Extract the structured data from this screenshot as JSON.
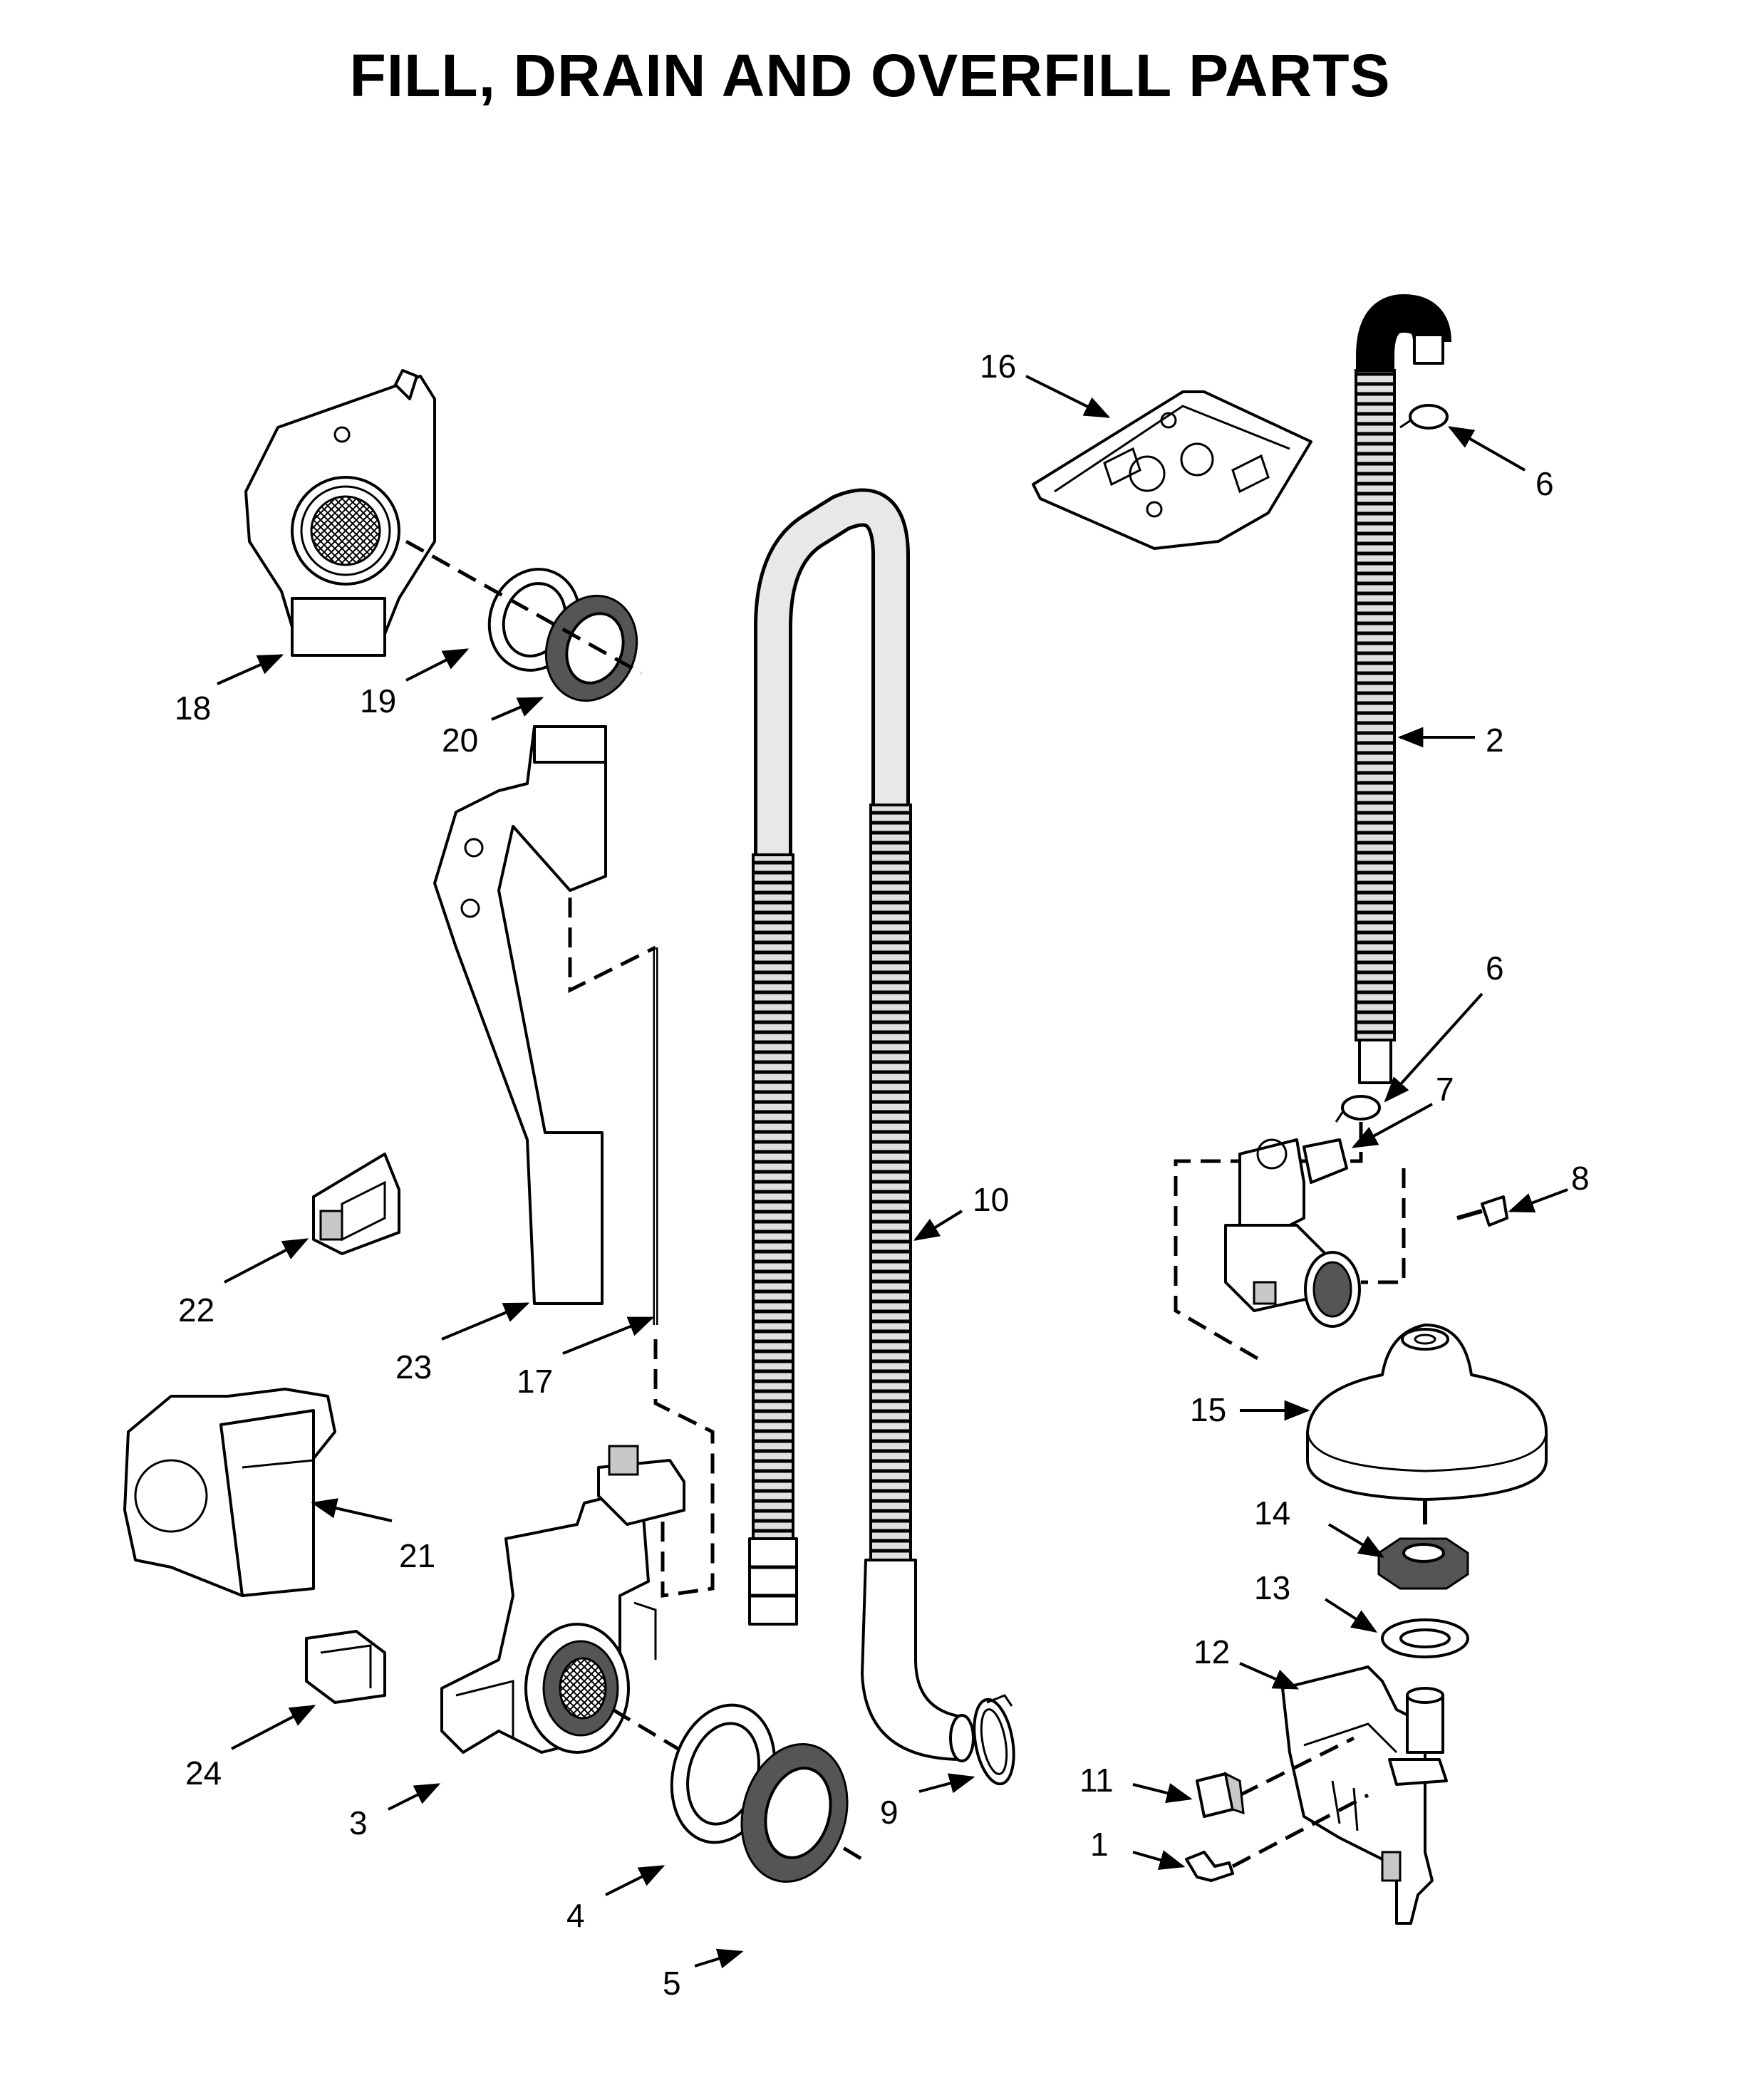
{
  "title": "FILL, DRAIN AND OVERFILL PARTS",
  "callouts": [
    {
      "id": "c18",
      "label": "18"
    },
    {
      "id": "c19",
      "label": "19"
    },
    {
      "id": "c20",
      "label": "20"
    },
    {
      "id": "c16",
      "label": "16"
    },
    {
      "id": "c6a",
      "label": "6"
    },
    {
      "id": "c2",
      "label": "2"
    },
    {
      "id": "c6b",
      "label": "6"
    },
    {
      "id": "c7",
      "label": "7"
    },
    {
      "id": "c8",
      "label": "8"
    },
    {
      "id": "c10",
      "label": "10"
    },
    {
      "id": "c22",
      "label": "22"
    },
    {
      "id": "c23",
      "label": "23"
    },
    {
      "id": "c17",
      "label": "17"
    },
    {
      "id": "c15",
      "label": "15"
    },
    {
      "id": "c21",
      "label": "21"
    },
    {
      "id": "c14",
      "label": "14"
    },
    {
      "id": "c13",
      "label": "13"
    },
    {
      "id": "c12",
      "label": "12"
    },
    {
      "id": "c24",
      "label": "24"
    },
    {
      "id": "c11",
      "label": "11"
    },
    {
      "id": "c3",
      "label": "3"
    },
    {
      "id": "c9",
      "label": "9"
    },
    {
      "id": "c1",
      "label": "1"
    },
    {
      "id": "c4",
      "label": "4"
    },
    {
      "id": "c5",
      "label": "5"
    }
  ]
}
